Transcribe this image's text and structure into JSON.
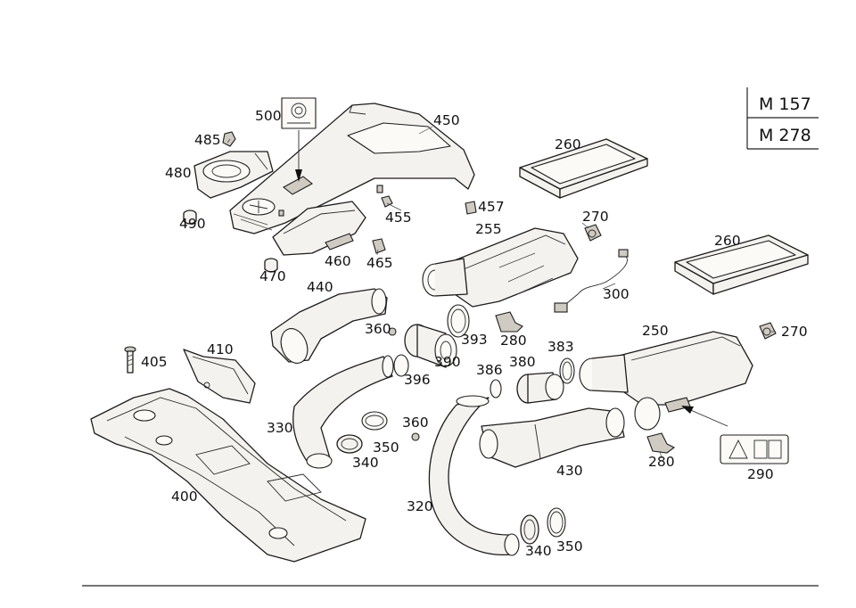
{
  "models": [
    "M 157",
    "M 278"
  ],
  "parts": {
    "p500": "500",
    "p450": "450",
    "p485": "485",
    "p480": "480",
    "p490": "490",
    "p455": "455",
    "p457": "457",
    "p460": "460",
    "p465": "465",
    "p470": "470",
    "p260a": "260",
    "p260b": "260",
    "p255": "255",
    "p270a": "270",
    "p270b": "270",
    "p300": "300",
    "p440": "440",
    "p360a": "360",
    "p360b": "360",
    "p393": "393",
    "p280a": "280",
    "p280b": "280",
    "p390": "390",
    "p396": "396",
    "p410": "410",
    "p405": "405",
    "p386": "386",
    "p380": "380",
    "p383": "383",
    "p250": "250",
    "p330": "330",
    "p350a": "350",
    "p350b": "350",
    "p340a": "340",
    "p340b": "340",
    "p400": "400",
    "p430": "430",
    "p320": "320",
    "p290": "290"
  }
}
